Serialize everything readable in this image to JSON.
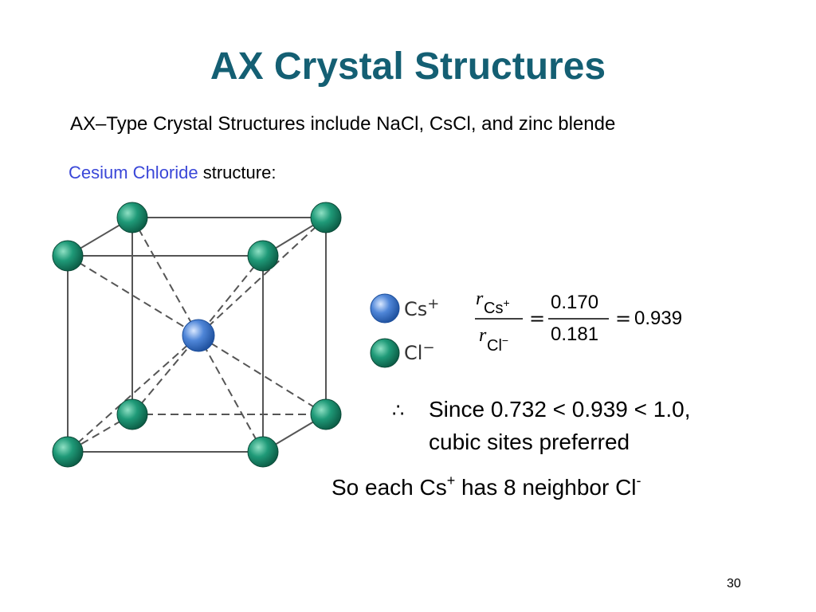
{
  "slide": {
    "title": "AX Crystal Structures",
    "subtitle": "AX–Type Crystal Structures include NaCl, CsCl, and zinc blende",
    "structure_name": "Cesium Chloride",
    "structure_suffix": " structure:",
    "page_number": "30"
  },
  "legend": {
    "cation_label": "Cs",
    "cation_charge": "+",
    "anion_label": "Cl",
    "anion_charge": "−"
  },
  "formula": {
    "r_symbol": "r",
    "num_sub": "Cs",
    "num_sup": "+",
    "den_sub": "Cl",
    "den_sup": "−",
    "eq1": "=",
    "num_value": "0.170",
    "den_value": "0.181",
    "eq2": "=",
    "result": "0.939"
  },
  "conclusion": {
    "therefore": "∴",
    "line1": "Since 0.732 < 0.939 < 1.0,",
    "line2": "cubic sites preferred"
  },
  "neighbors": {
    "part1": "So each Cs",
    "sup1": "+",
    "part2": " has 8 neighbor Cl",
    "sup2": "-"
  },
  "colors": {
    "title": "#145f73",
    "highlight": "#3a47d8",
    "anion": "#1f9a78",
    "cation": "#4f86d8"
  }
}
